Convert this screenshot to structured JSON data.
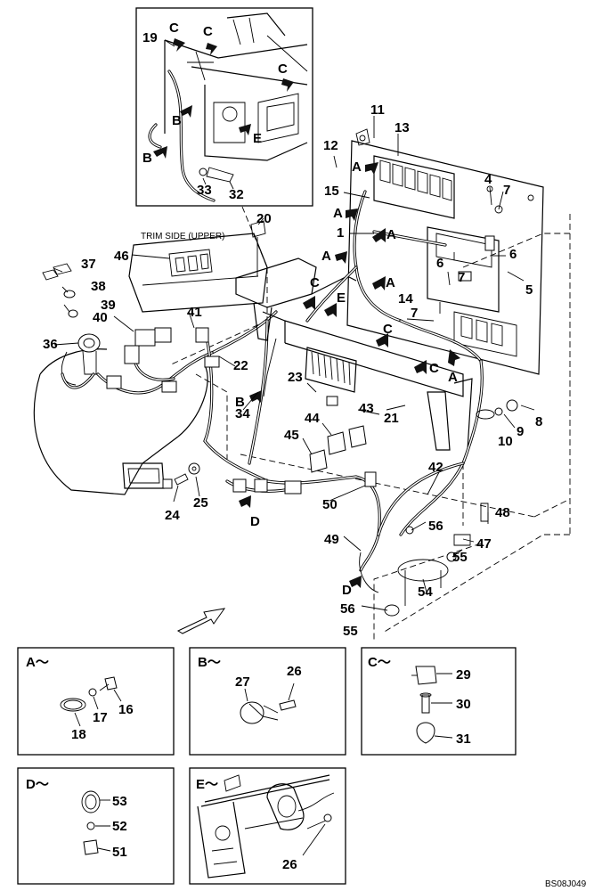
{
  "reference_code": "BS08J049",
  "trim_side_label": "TRIM SIDE (UPPER)",
  "callouts": {
    "c1": "1",
    "c4": "4",
    "c5": "5",
    "c6a": "6",
    "c6b": "6",
    "c7a": "7",
    "c7b": "7",
    "c7c": "7",
    "c8": "8",
    "c9": "9",
    "c10": "10",
    "c11": "11",
    "c12": "12",
    "c13": "13",
    "c14": "14",
    "c15": "15",
    "c19": "19",
    "c20": "20",
    "c21": "21",
    "c22": "22",
    "c23": "23",
    "c24": "24",
    "c25": "25",
    "c32": "32",
    "c33": "33",
    "c34": "34",
    "c36": "36",
    "c37": "37",
    "c38": "38",
    "c39": "39",
    "c40": "40",
    "c41": "41",
    "c42": "42",
    "c43": "43",
    "c44": "44",
    "c45": "45",
    "c46": "46",
    "c47": "47",
    "c48": "48",
    "c49": "49",
    "c50": "50",
    "c54": "54",
    "c55a": "55",
    "c55b": "55",
    "c56a": "56",
    "c56b": "56"
  },
  "view_letters": {
    "a1": "A",
    "a2": "A",
    "a3": "A",
    "a4": "A",
    "a5": "A",
    "a6": "A",
    "b1": "B",
    "b2": "B",
    "b3": "B",
    "cc1": "C",
    "cc2": "C",
    "cc3": "C",
    "cc4": "C",
    "cc5": "C",
    "cc6": "C",
    "d1": "D",
    "d2": "D",
    "e1": "E",
    "e2": "E"
  },
  "detail_views": [
    {
      "title": "A～",
      "parts": [
        "16",
        "17",
        "18"
      ]
    },
    {
      "title": "B～",
      "parts": [
        "26",
        "27"
      ]
    },
    {
      "title": "C～",
      "parts": [
        "29",
        "30",
        "31"
      ]
    },
    {
      "title": "D～",
      "parts": [
        "51",
        "52",
        "53"
      ]
    },
    {
      "title": "E～",
      "parts": [
        "26"
      ]
    }
  ]
}
